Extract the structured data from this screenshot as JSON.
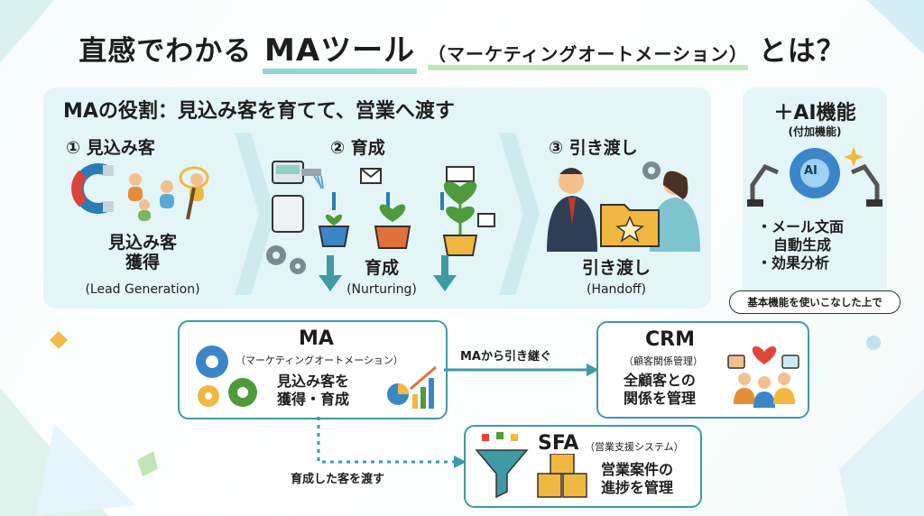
{
  "title": {
    "main_prefix": "直感でわかる",
    "ma": "MAツール",
    "paren": "（マーケティングオートメーション）",
    "suffix": "とは？"
  },
  "panel": {
    "heading": "MAの役割：見込み客を育てて、営業へ渡す",
    "stages": [
      {
        "title": "① 見込み客",
        "name_line1": "見込み客",
        "name_line2": "獲得",
        "english": "(Lead Generation)"
      },
      {
        "title": "② 育成",
        "name_line1": "育成",
        "name_line2": "",
        "english": "(Nurturing)"
      },
      {
        "title": "③ 引き渡し",
        "name_line1": "引き渡し",
        "name_line2": "",
        "english": "(Handoff)"
      }
    ]
  },
  "ai": {
    "title": "＋AI機能",
    "subtitle": "(付加機能)",
    "icon_text": "AI",
    "items": [
      "・メール文面",
      "自動生成",
      "・効果分析"
    ],
    "note": "基本機能を使いこなした上で"
  },
  "ma_box": {
    "title": "MA",
    "subtitle": "（マーケティングオートメーション）",
    "body_line1": "見込み客を",
    "body_line2": "獲得・育成"
  },
  "crm_box": {
    "title": "CRM",
    "subtitle": "（顧客関係管理）",
    "body_line1": "全顧客との",
    "body_line2": "関係を管理"
  },
  "sfa_box": {
    "title": "SFA",
    "subtitle": "（営業支援システム）",
    "body_line1": "営業案件の",
    "body_line2": "進捗を管理"
  },
  "connectors": {
    "ma_to_crm": "MAから引き継ぐ",
    "ma_to_sfa": "育成した客を渡す"
  },
  "colors": {
    "teal": "#3f9aa4",
    "panel": "#e3f5f7",
    "accent_blue": "#2b7bb9"
  }
}
